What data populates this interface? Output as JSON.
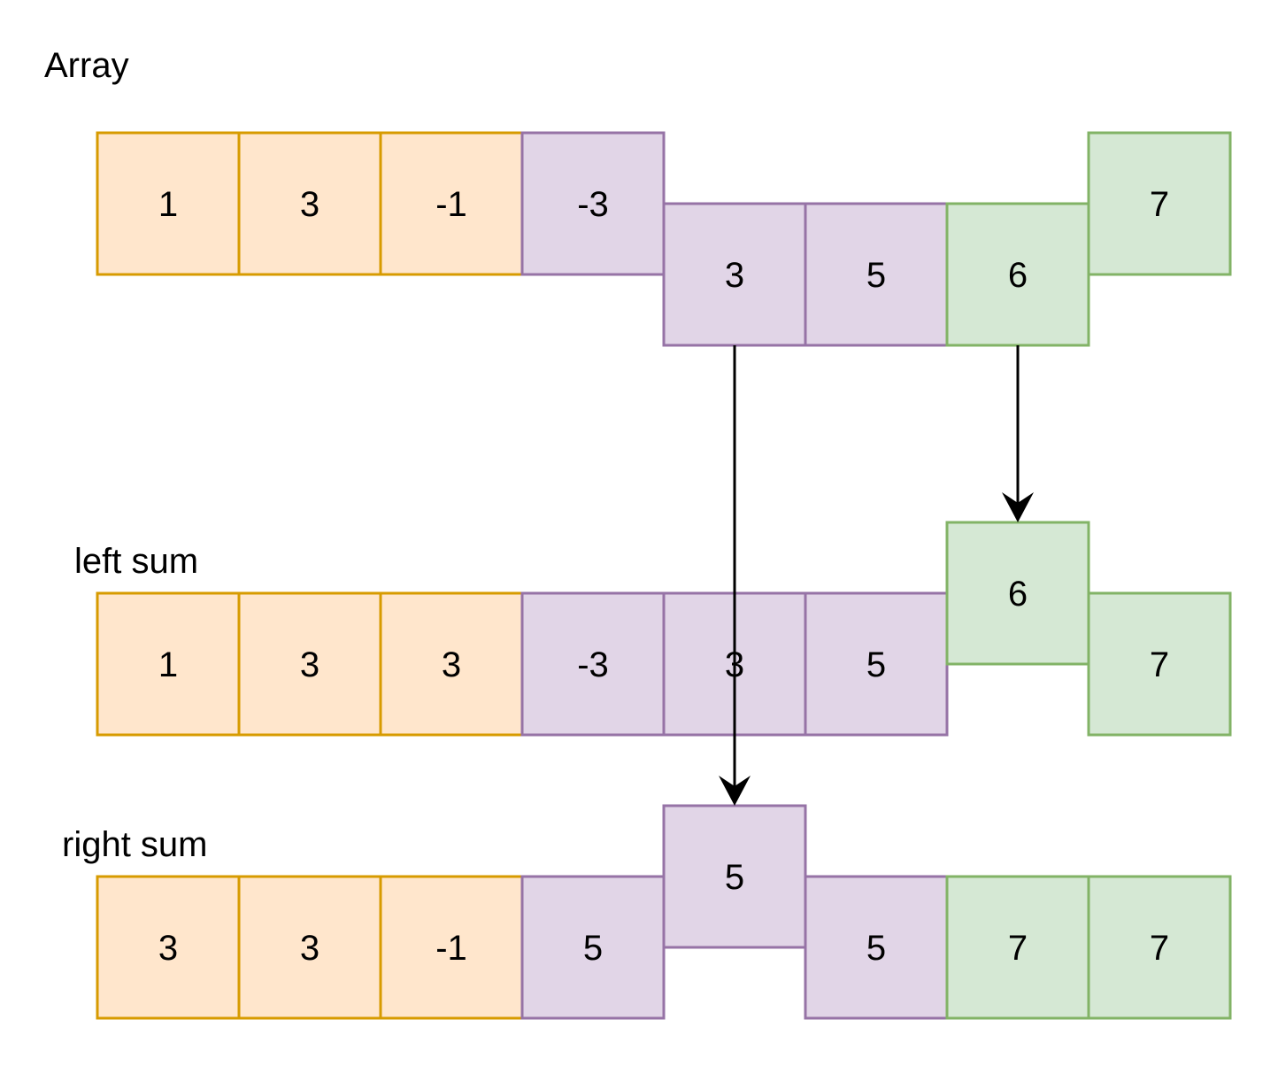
{
  "labels": {
    "array": "Array",
    "left_sum": "left sum",
    "right_sum": "right sum"
  },
  "colors": {
    "orange_fill": "#ffe6cc",
    "orange_stroke": "#d79b00",
    "purple_fill": "#e1d5e7",
    "purple_stroke": "#9673a6",
    "green_fill": "#d5e8d4",
    "green_stroke": "#82b366",
    "arrow": "#000000"
  },
  "rows": {
    "array": [
      {
        "value": "1",
        "group": "orange",
        "raised": false
      },
      {
        "value": "3",
        "group": "orange",
        "raised": false
      },
      {
        "value": "-1",
        "group": "orange",
        "raised": false
      },
      {
        "value": "-3",
        "group": "purple",
        "raised": false
      },
      {
        "value": "3",
        "group": "purple",
        "raised": true
      },
      {
        "value": "5",
        "group": "purple",
        "raised": true
      },
      {
        "value": "6",
        "group": "green",
        "raised": true
      },
      {
        "value": "7",
        "group": "green",
        "raised": false
      }
    ],
    "left_sum": [
      {
        "value": "1",
        "group": "orange",
        "raised": false
      },
      {
        "value": "3",
        "group": "orange",
        "raised": false
      },
      {
        "value": "3",
        "group": "orange",
        "raised": false
      },
      {
        "value": "-3",
        "group": "purple",
        "raised": false
      },
      {
        "value": "3",
        "group": "purple",
        "raised": false
      },
      {
        "value": "5",
        "group": "purple",
        "raised": false
      },
      {
        "value": "6",
        "group": "green",
        "raised": true
      },
      {
        "value": "7",
        "group": "green",
        "raised": false
      }
    ],
    "right_sum": [
      {
        "value": "3",
        "group": "orange",
        "raised": false
      },
      {
        "value": "3",
        "group": "orange",
        "raised": false
      },
      {
        "value": "-1",
        "group": "orange",
        "raised": false
      },
      {
        "value": "5",
        "group": "purple",
        "raised": false
      },
      {
        "value": "5",
        "group": "purple",
        "raised": true
      },
      {
        "value": "5",
        "group": "purple",
        "raised": false
      },
      {
        "value": "7",
        "group": "green",
        "raised": false
      },
      {
        "value": "7",
        "group": "green",
        "raised": false
      }
    ]
  }
}
